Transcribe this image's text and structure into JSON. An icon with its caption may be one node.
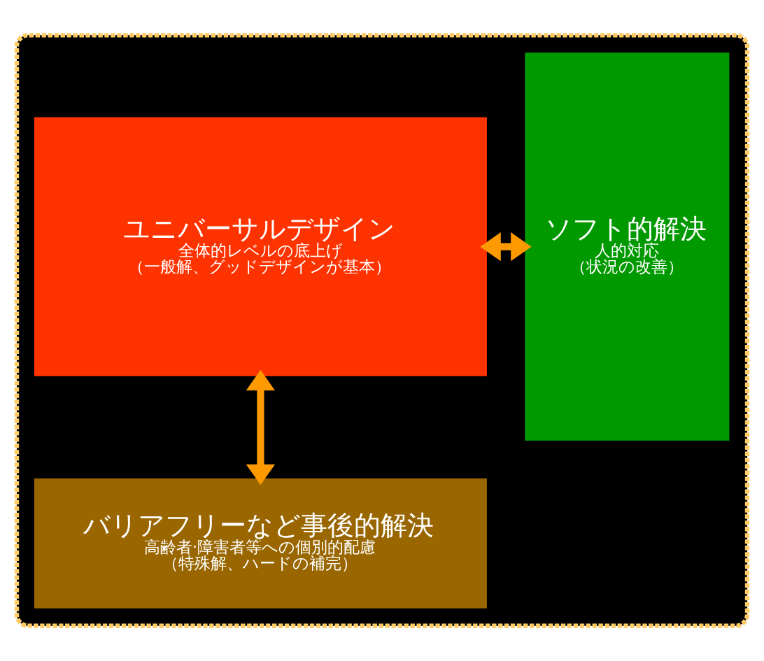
{
  "diagram": {
    "nodes": [
      {
        "text": [],
        "shape": "box"
      },
      {
        "text": [
          "ユニバーサルデザイン",
          "全体的レベルの底上げ",
          "（一般解、グッドデザインが基本）"
        ],
        "in": 0
      },
      {
        "text": [
          "バリアフリーなど事後的解決",
          "高齢者·障害者等への個別的配慮",
          "（特殊解、ハードの補完）"
        ],
        "in": 0
      },
      {
        "text": [
          "ソフト的解決",
          "人的対応",
          "（状況の改善）"
        ],
        "in": 0
      }
    ],
    "edges": [
      {
        "from": 1,
        "to": 3,
        "arrow": "both"
      },
      {
        "from": 1,
        "to": 2,
        "arrow": "both"
      }
    ]
  }
}
